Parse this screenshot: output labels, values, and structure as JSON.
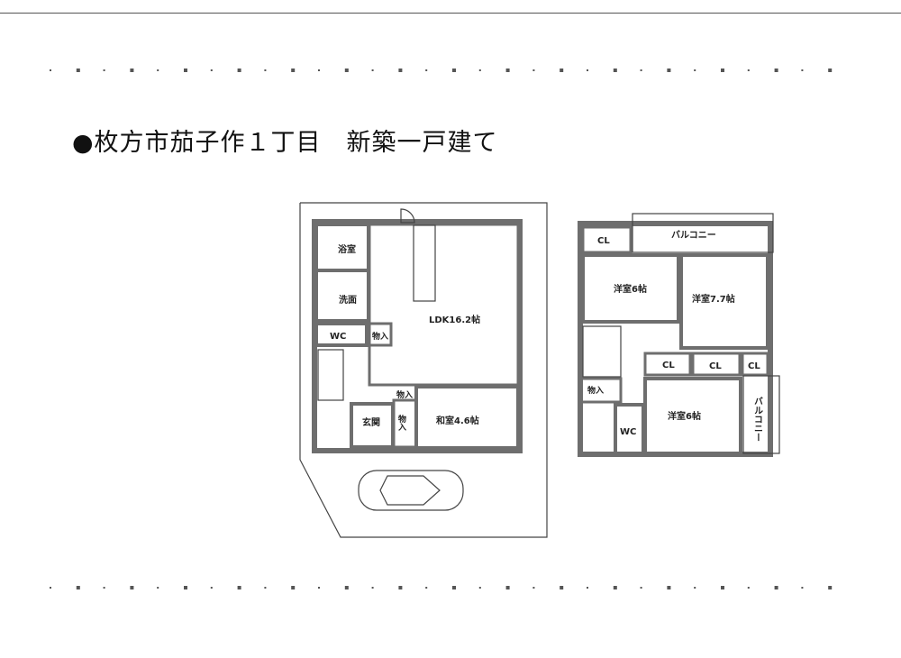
{
  "title": "●枚方市茄子作１丁目　新築一戸建て",
  "floor1": {
    "rooms": {
      "bath": "浴室",
      "washroom": "洗面",
      "wc": "WC",
      "storage_a": "物入",
      "ldk": "LDK16.2帖",
      "storage_b": "物入",
      "entrance": "玄関",
      "storage_c": "物入",
      "japanese_room": "和室4.6帖"
    }
  },
  "floor2": {
    "rooms": {
      "closet_a": "CL",
      "balcony_top": "バルコニー",
      "western_room_a": "洋室6帖",
      "western_room_b": "洋室7.7帖",
      "closet_b": "CL",
      "closet_c": "CL",
      "closet_d": "CL",
      "storage": "物入",
      "western_room_c": "洋室6帖",
      "wc": "WC",
      "balcony_side": "バルコニー"
    }
  }
}
